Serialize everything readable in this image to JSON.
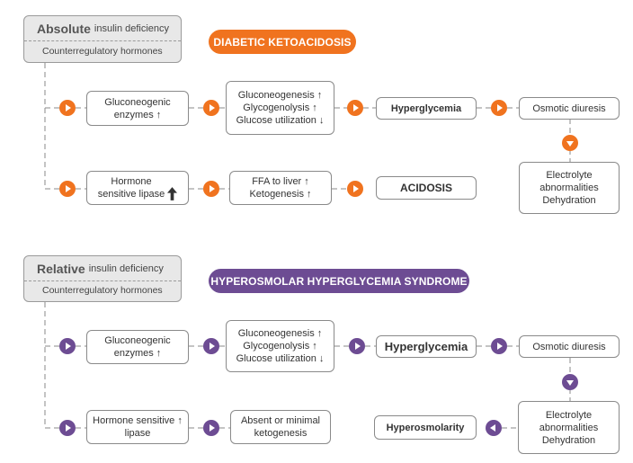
{
  "dka": {
    "header": {
      "big": "Absolute",
      "small": "insulin deficiency",
      "bottom": "Counterregulatory hormones"
    },
    "title": "DIABETIC KETOACIDOSIS",
    "color": "#f0731f",
    "row1": {
      "box1": [
        "Gluconeogenic",
        "enzymes ↑"
      ],
      "box2": [
        "Gluconeogenesis ↑",
        "Glycogenolysis ↑",
        "Glucose utilization ↓"
      ],
      "box3": "Hyperglycemia",
      "box4": "Osmotic diuresis"
    },
    "row2": {
      "box1": [
        "Hormone",
        "sensitive lipase"
      ],
      "box2": [
        "FFA to liver ↑",
        "Ketogenesis ↑"
      ],
      "box3": "ACIDOSIS",
      "box4": [
        "Electrolyte",
        "abnormalities",
        "Dehydration"
      ]
    }
  },
  "hhs": {
    "header": {
      "big": "Relative",
      "small": "insulin deficiency",
      "bottom": "Counterregulatory hormones"
    },
    "title": "HYPEROSMOLAR HYPERGLYCEMIA SYNDROME",
    "color": "#6d4c93",
    "row1": {
      "box1": [
        "Gluconeogenic",
        "enzymes ↑"
      ],
      "box2": [
        "Gluconeogenesis ↑",
        "Glycogenolysis ↑",
        "Glucose utilization ↓"
      ],
      "box3": "Hyperglycemia",
      "box4": "Osmotic diuresis"
    },
    "row2": {
      "box1": [
        "Hormone sensitive ↑",
        "lipase"
      ],
      "box2": [
        "Absent or minimal",
        "ketogenesis"
      ],
      "box3": "Hyperosmolarity",
      "box4": [
        "Electrolyte",
        "abnormalities",
        "Dehydration"
      ]
    }
  }
}
